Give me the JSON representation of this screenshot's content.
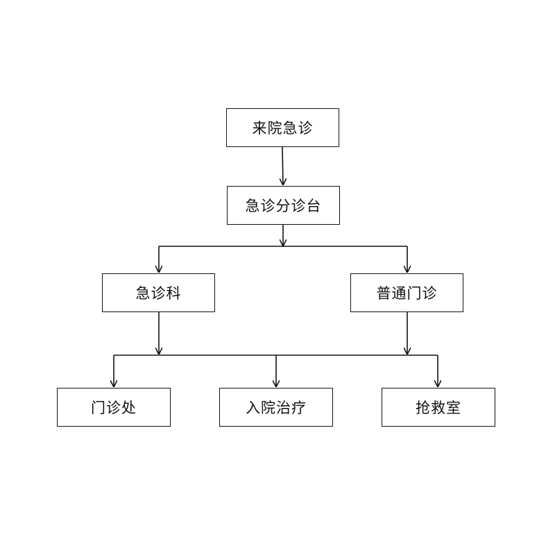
{
  "nodes": {
    "visit": "来院急诊",
    "triage": "急诊分诊台",
    "emergency_dept": "急诊科",
    "general_clinic": "普通门诊",
    "outpatient": "门诊处",
    "inpatient": "入院治疗",
    "rescue_room": "抢救室"
  },
  "colors": {
    "line": "#111111",
    "background": "#ffffff"
  }
}
